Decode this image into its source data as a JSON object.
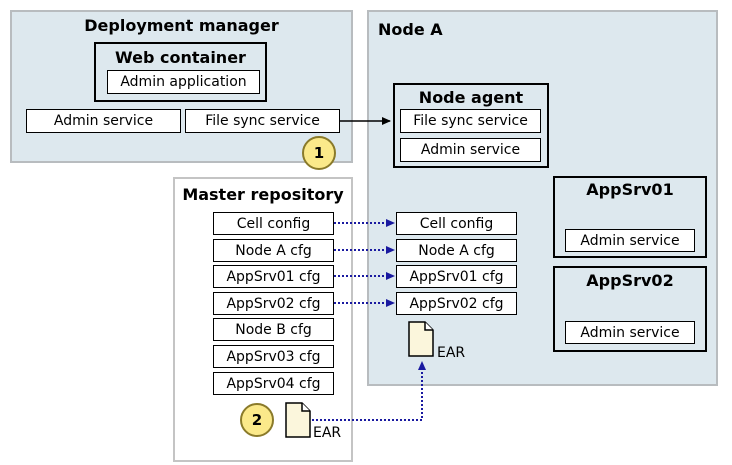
{
  "deployment_manager": {
    "title": "Deployment manager",
    "web_container": {
      "title": "Web container",
      "admin_application": "Admin application"
    },
    "admin_service": "Admin service",
    "file_sync_service": "File sync service",
    "badge": "1"
  },
  "node_a": {
    "title": "Node A",
    "node_agent": {
      "title": "Node agent",
      "file_sync_service": "File sync service",
      "admin_service": "Admin service"
    },
    "configs": [
      "Cell config",
      "Node A cfg",
      "AppSrv01 cfg",
      "AppSrv02 cfg"
    ],
    "ear_label": "EAR",
    "appsrv01": {
      "title": "AppSrv01",
      "admin_service": "Admin service"
    },
    "appsrv02": {
      "title": "AppSrv02",
      "admin_service": "Admin service"
    }
  },
  "master_repository": {
    "title": "Master repository",
    "configs": [
      "Cell config",
      "Node A cfg",
      "AppSrv01 cfg",
      "AppSrv02 cfg",
      "Node B cfg",
      "AppSrv03 cfg",
      "AppSrv04 cfg"
    ],
    "badge": "2",
    "ear_label": "EAR"
  },
  "colors": {
    "region_fill": "#dde8ee",
    "region_border": "#b8bcbf",
    "sync_arrow": "#1a1aa0",
    "badge_fill": "#fbe98a"
  }
}
